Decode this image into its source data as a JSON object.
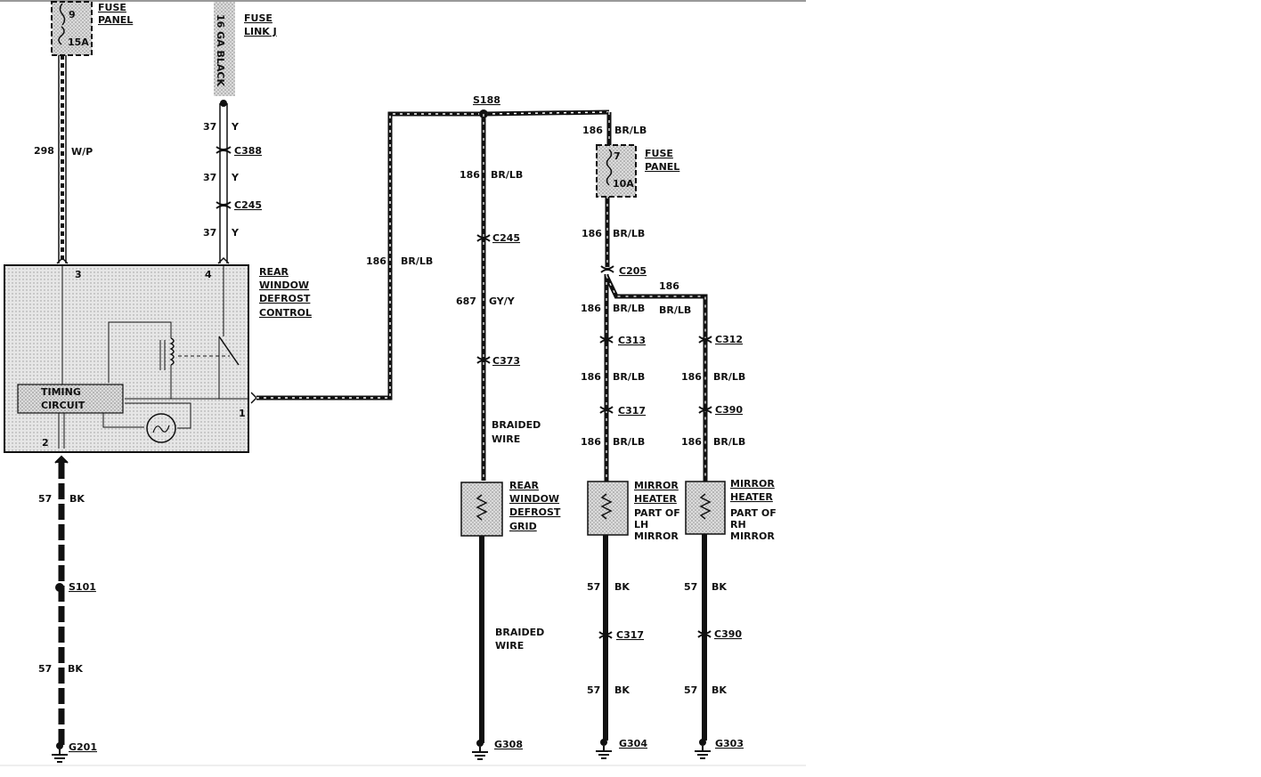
{
  "fuse_panel_top_left": {
    "label1": "FUSE",
    "label2": "PANEL",
    "number": "9",
    "rating": "15A"
  },
  "fuse_link": {
    "label1": "FUSE",
    "label2": "LINK J",
    "wire": "16 GA BLACK"
  },
  "circuit_298": {
    "number": "298",
    "color": "W/P"
  },
  "circuit_37": [
    {
      "number": "37",
      "color": "Y"
    },
    {
      "number": "37",
      "color": "Y"
    },
    {
      "number": "37",
      "color": "Y"
    }
  ],
  "connectors": {
    "c388": "C388",
    "c245_left": "C245"
  },
  "control_module": {
    "label": [
      "REAR",
      "WINDOW",
      "DEFROST",
      "CONTROL"
    ],
    "timing_circuit": [
      "TIMING",
      "CIRCUIT"
    ],
    "pin_3": "3",
    "pin_4": "4",
    "pin_2": "2",
    "pin_1": "1"
  },
  "circuit_57_left": [
    {
      "number": "57",
      "color": "BK"
    },
    {
      "number": "57",
      "color": "BK"
    }
  ],
  "splice_s101": "S101",
  "ground_g201": "G201",
  "circuit_186_main": {
    "number": "186",
    "color": "BR/LB"
  },
  "splice_s188": "S188",
  "grid_branch": {
    "wire1": {
      "number": "186",
      "color": "BR/LB"
    },
    "connector_c245": "C245",
    "wire2": {
      "number": "687",
      "color": "GY/Y"
    },
    "connector_c373": "C373",
    "braided_upper": [
      "BRAIDED",
      "WIRE"
    ],
    "grid_label": [
      "REAR",
      "WINDOW",
      "DEFROST",
      "GRID"
    ],
    "braided_lower": [
      "BRAIDED",
      "WIRE"
    ],
    "ground": "G308"
  },
  "fuse_panel_right": {
    "label1": "FUSE",
    "label2": "PANEL",
    "number": "7",
    "rating": "10A"
  },
  "right_feed": {
    "wire_top": {
      "number": "186",
      "color": "BR/LB"
    },
    "wire_below_fuse": {
      "number": "186",
      "color": "BR/LB"
    },
    "connector_c205": "C205"
  },
  "lh_branch": {
    "wire1": {
      "number": "186",
      "color": "BR/LB"
    },
    "connector_c313": "C313",
    "wire2": {
      "number": "186",
      "color": "BR/LB"
    },
    "connector_c317_top": "C317",
    "wire3": {
      "number": "186",
      "color": "BR/LB"
    },
    "heater_label": [
      "MIRROR",
      "HEATER"
    ],
    "part_of": [
      "PART OF",
      "LH",
      "MIRROR"
    ],
    "wire4": {
      "number": "57",
      "color": "BK"
    },
    "connector_c317_bottom": "C317",
    "wire5": {
      "number": "57",
      "color": "BK"
    },
    "ground": "G304"
  },
  "rh_branch": {
    "top_wire": {
      "number": "186",
      "color": "BR/LB"
    },
    "connector_c312": "C312",
    "wire2": {
      "number": "186",
      "color": "BR/LB"
    },
    "connector_c390_top": "C390",
    "wire3": {
      "number": "186",
      "color": "BR/LB"
    },
    "heater_label": [
      "MIRROR",
      "HEATER"
    ],
    "part_of": [
      "PART OF",
      "RH",
      "MIRROR"
    ],
    "wire4": {
      "number": "57",
      "color": "BK"
    },
    "connector_c390_bottom": "C390",
    "wire5": {
      "number": "57",
      "color": "BK"
    },
    "ground": "G303"
  }
}
